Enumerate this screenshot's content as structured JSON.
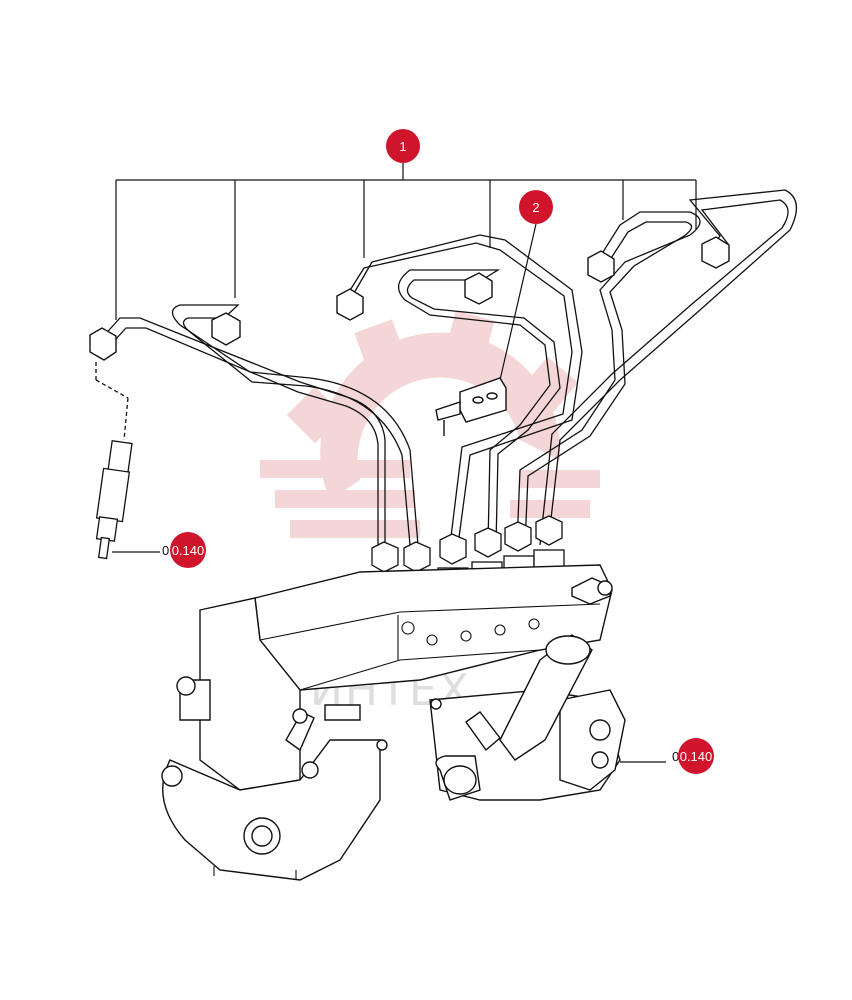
{
  "callouts": {
    "part_1": "1",
    "part_2": "2",
    "ref_left_prefix": "0",
    "ref_left": "0.140",
    "ref_right_prefix": "0",
    "ref_right": "0.140"
  },
  "watermark": {
    "text": "ИНТЕХ"
  },
  "colors": {
    "callout": "#d0142c",
    "line": "#111111",
    "watermark": "#f1c4c6"
  }
}
